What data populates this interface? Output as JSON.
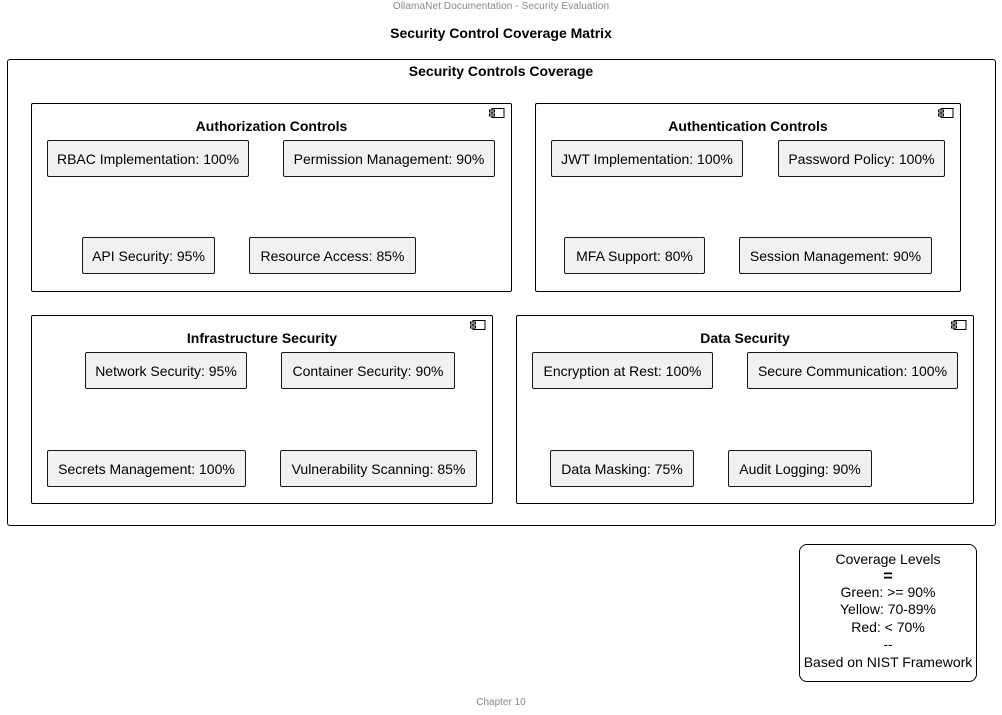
{
  "header": "OllamaNet Documentation - Security Evaluation",
  "title": "Security Control Coverage Matrix",
  "outer_title": "Security Controls Coverage",
  "groups": [
    {
      "title": "Authorization Controls",
      "items": [
        "RBAC Implementation: 100%",
        "Permission Management: 90%",
        "API Security: 95%",
        "Resource Access: 85%"
      ]
    },
    {
      "title": "Authentication Controls",
      "items": [
        "JWT Implementation: 100%",
        "Password Policy: 100%",
        "MFA Support: 80%",
        "Session Management: 90%"
      ]
    },
    {
      "title": "Infrastructure Security",
      "items": [
        "Network Security: 95%",
        "Container Security: 90%",
        "Secrets Management: 100%",
        "Vulnerability Scanning: 85%"
      ]
    },
    {
      "title": "Data Security",
      "items": [
        "Encryption at Rest: 100%",
        "Secure Communication: 100%",
        "Data Masking: 75%",
        "Audit Logging: 90%"
      ]
    }
  ],
  "legend": {
    "title": "Coverage Levels",
    "separator": "=",
    "lines": [
      "Green: >= 90%",
      "Yellow: 70-89%",
      "Red: < 70%"
    ],
    "divider": "--",
    "note": "Based on NIST Framework"
  },
  "footer": "Chapter 10",
  "colors": {
    "box_fill": "#f1f1f1",
    "border": "#181818",
    "header_text": "#888888"
  },
  "icons": {
    "group_icon": "component-icon"
  }
}
